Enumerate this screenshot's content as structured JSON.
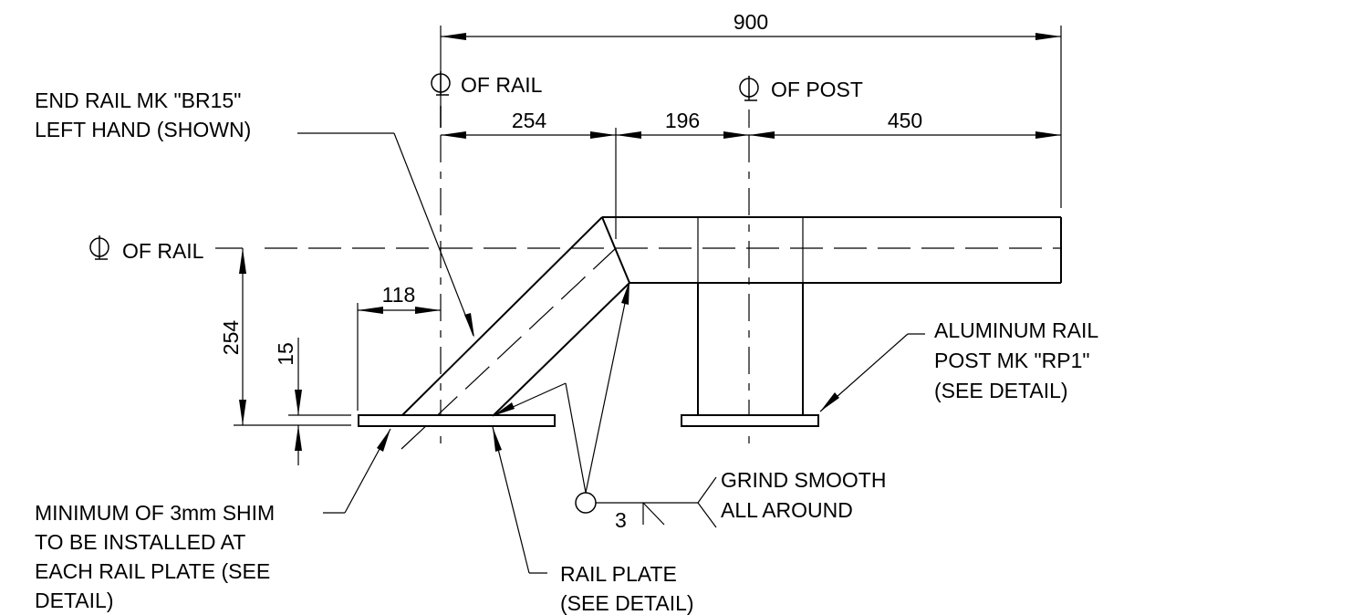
{
  "dimensions": {
    "overall": "900",
    "rail_offset": "254",
    "mid_offset": "196",
    "post_offset": "450",
    "left_offset": "118",
    "rail_height": "254",
    "plate_thickness": "15"
  },
  "labels": {
    "cl_rail_top": "OF RAIL",
    "cl_post": "OF POST",
    "cl_rail_left": "OF RAIL",
    "end_rail_line1": "END RAIL MK \"BR15\"",
    "end_rail_line2": "LEFT HAND (SHOWN)",
    "alum_post_line1": "ALUMINUM RAIL",
    "alum_post_line2": "POST MK \"RP1\"",
    "alum_post_line3": "(SEE DETAIL)",
    "grind_line1": "GRIND SMOOTH",
    "grind_line2": "ALL AROUND",
    "weld_size": "3",
    "shim_line1": "MINIMUM OF 3mm SHIM",
    "shim_line2": "TO BE INSTALLED AT",
    "shim_line3": "EACH RAIL PLATE (SEE",
    "shim_line4": "DETAIL)",
    "rail_plate_line1": "RAIL PLATE",
    "rail_plate_line2": "(SEE DETAIL)"
  }
}
